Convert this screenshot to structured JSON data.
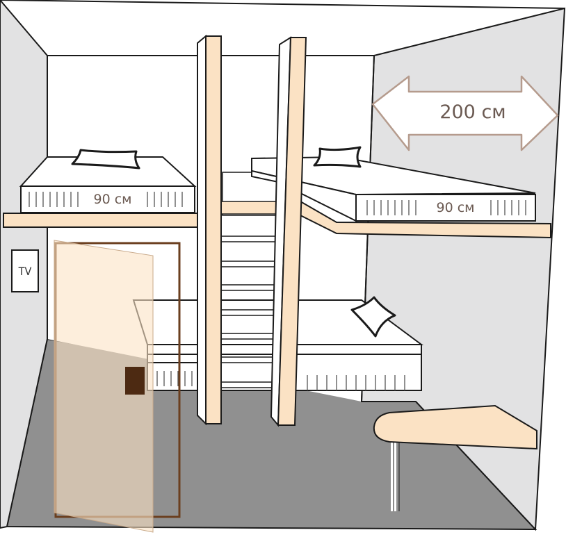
{
  "labels": {
    "width_left_bed": "90 см",
    "width_right_bed": "90 см",
    "length_arrow": "200 см",
    "tv_sign": "TV"
  },
  "colors": {
    "wood": "#fbe2c4",
    "wall_side": "#e2e2e3",
    "floor": "#909090",
    "door_frame": "#6b3f1f",
    "door_handle": "#4d2a12",
    "arrow_outline": "#b59b8d",
    "text": "#6b5a52"
  }
}
